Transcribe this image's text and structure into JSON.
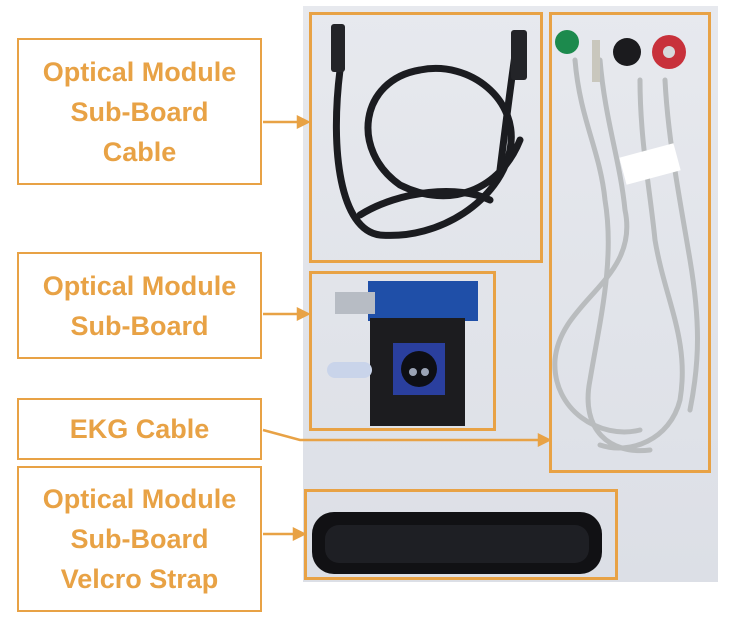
{
  "labels": {
    "cable": "Optical Module\nSub-Board\nCable",
    "sub_board": "Optical Module\nSub-Board",
    "ekg": "EKG Cable",
    "velcro": "Optical Module\nSub-Board\nVelcro Strap"
  },
  "colors": {
    "accent": "#e8a245",
    "photo_bg": "#dfe2e8"
  }
}
